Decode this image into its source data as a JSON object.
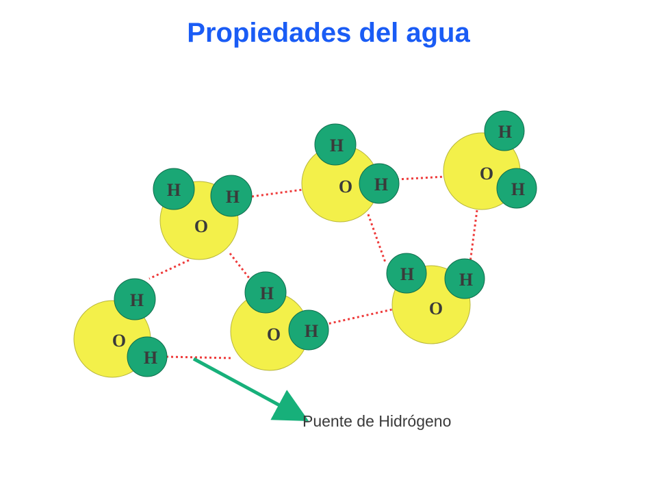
{
  "title": "Propiedades del agua",
  "diagram": {
    "oxygen_label": "O",
    "hydrogen_label": "H",
    "caption": "Puente de Hidrógeno",
    "colors": {
      "title": "#1a5cf5",
      "oxygen_fill": "#f3f04a",
      "hydrogen_fill": "#1aa775",
      "bond": "#ee3b3b",
      "arrow": "#17b07a",
      "text": "#3a3a3a"
    }
  }
}
